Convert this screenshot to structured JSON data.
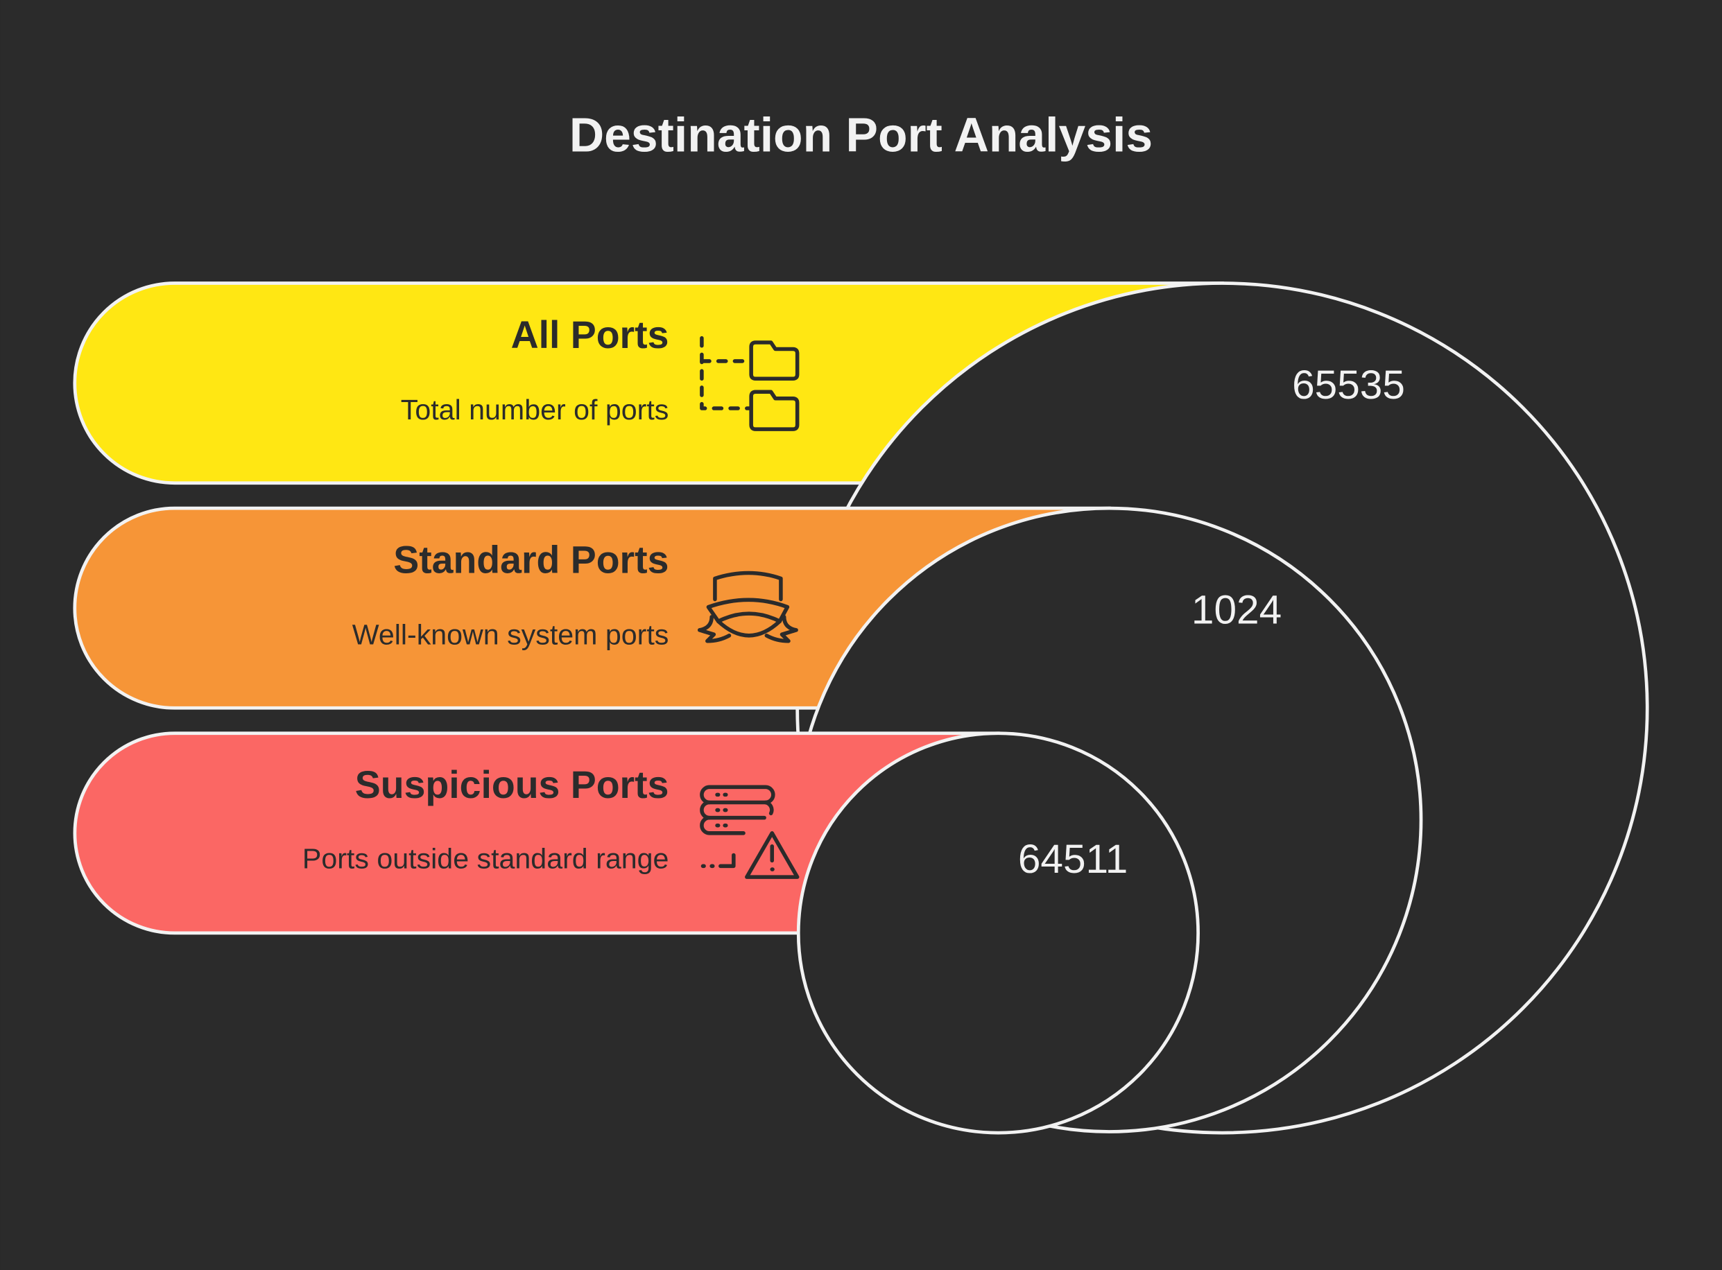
{
  "title": "Destination Port Analysis",
  "items": [
    {
      "label": "All Ports",
      "description": "Total number of ports",
      "value": "65535",
      "color": "#ffe713",
      "icon": "folder-tree-icon"
    },
    {
      "label": "Standard Ports",
      "description": "Well-known system ports",
      "value": "1024",
      "color": "#f69537",
      "icon": "badge-ribbon-icon"
    },
    {
      "label": "Suspicious Ports",
      "description": "Ports outside standard range",
      "value": "64511",
      "color": "#fb6764",
      "icon": "server-warning-icon"
    }
  ]
}
